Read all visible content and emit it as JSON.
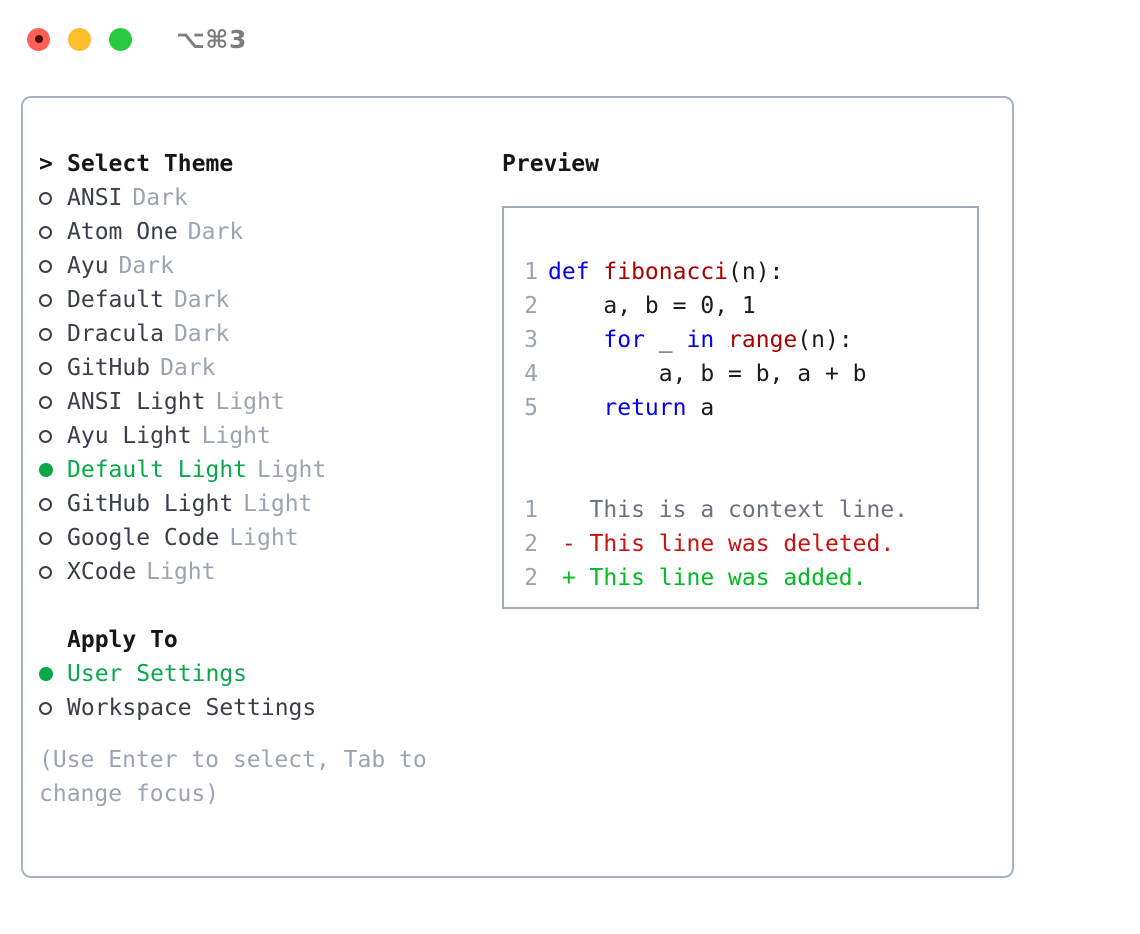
{
  "titlebar": {
    "traffic_lights": [
      "close",
      "minimize",
      "maximize"
    ],
    "shortcut": "⌥⌘3"
  },
  "theme_picker": {
    "header": {
      "caret": ">",
      "title": "Select Theme"
    },
    "items": [
      {
        "marker": "○",
        "name": "ANSI",
        "tag": "Dark",
        "selected": false
      },
      {
        "marker": "○",
        "name": "Atom One",
        "tag": "Dark",
        "selected": false
      },
      {
        "marker": "○",
        "name": "Ayu",
        "tag": "Dark",
        "selected": false
      },
      {
        "marker": "○",
        "name": "Default",
        "tag": "Dark",
        "selected": false
      },
      {
        "marker": "○",
        "name": "Dracula",
        "tag": "Dark",
        "selected": false
      },
      {
        "marker": "○",
        "name": "GitHub",
        "tag": "Dark",
        "selected": false
      },
      {
        "marker": "○",
        "name": "ANSI Light",
        "tag": "Light",
        "selected": false
      },
      {
        "marker": "○",
        "name": "Ayu Light",
        "tag": "Light",
        "selected": false
      },
      {
        "marker": "●",
        "name": "Default Light",
        "tag": "Light",
        "selected": true
      },
      {
        "marker": "○",
        "name": "GitHub Light",
        "tag": "Light",
        "selected": false
      },
      {
        "marker": "○",
        "name": "Google Code",
        "tag": "Light",
        "selected": false
      },
      {
        "marker": "○",
        "name": "XCode",
        "tag": "Light",
        "selected": false
      }
    ]
  },
  "apply_to": {
    "header": "Apply To",
    "options": [
      {
        "marker": "●",
        "name": "User Settings",
        "selected": true
      },
      {
        "marker": "○",
        "name": "Workspace Settings",
        "selected": false
      }
    ]
  },
  "hint": "(Use Enter to select, Tab to change focus)",
  "preview": {
    "title": "Preview",
    "code_lines": [
      {
        "num": "1",
        "segments": [
          {
            "t": "def ",
            "c": "kw"
          },
          {
            "t": "fibonacci",
            "c": "fn"
          },
          {
            "t": "(n):",
            "c": "code-text"
          }
        ]
      },
      {
        "num": "2",
        "segments": [
          {
            "t": "    a, b = 0, 1",
            "c": "code-text"
          }
        ]
      },
      {
        "num": "3",
        "segments": [
          {
            "t": "    ",
            "c": "code-text"
          },
          {
            "t": "for",
            "c": "kw"
          },
          {
            "t": " _ ",
            "c": "code-text"
          },
          {
            "t": "in ",
            "c": "kw"
          },
          {
            "t": "range",
            "c": "fn"
          },
          {
            "t": "(n):",
            "c": "code-text"
          }
        ]
      },
      {
        "num": "4",
        "segments": [
          {
            "t": "        a, b = b, a + b",
            "c": "code-text"
          }
        ]
      },
      {
        "num": "5",
        "segments": [
          {
            "t": "    ",
            "c": "code-text"
          },
          {
            "t": "return",
            "c": "kw"
          },
          {
            "t": " a",
            "c": "code-text"
          }
        ]
      }
    ],
    "diff_lines": [
      {
        "num": "1",
        "segments": [
          {
            "t": "   This is a context line.",
            "c": "ctx"
          }
        ]
      },
      {
        "num": "2",
        "segments": [
          {
            "t": " - This line was deleted.",
            "c": "del"
          }
        ]
      },
      {
        "num": "2",
        "segments": [
          {
            "t": " + This line was added.",
            "c": "add"
          }
        ]
      }
    ]
  },
  "colors": {
    "accent_green": "#0aa84a",
    "text": "#3a3f4a",
    "muted": "#9aa4b2",
    "border": "#a9b4c2",
    "keyword_blue": "#0000ee",
    "function_red": "#aa0000",
    "diff_deleted": "#cc1111",
    "diff_added": "#00bb22",
    "traffic_red": "#ff5f57",
    "traffic_yellow": "#ffbd2e",
    "traffic_green": "#28c840"
  }
}
